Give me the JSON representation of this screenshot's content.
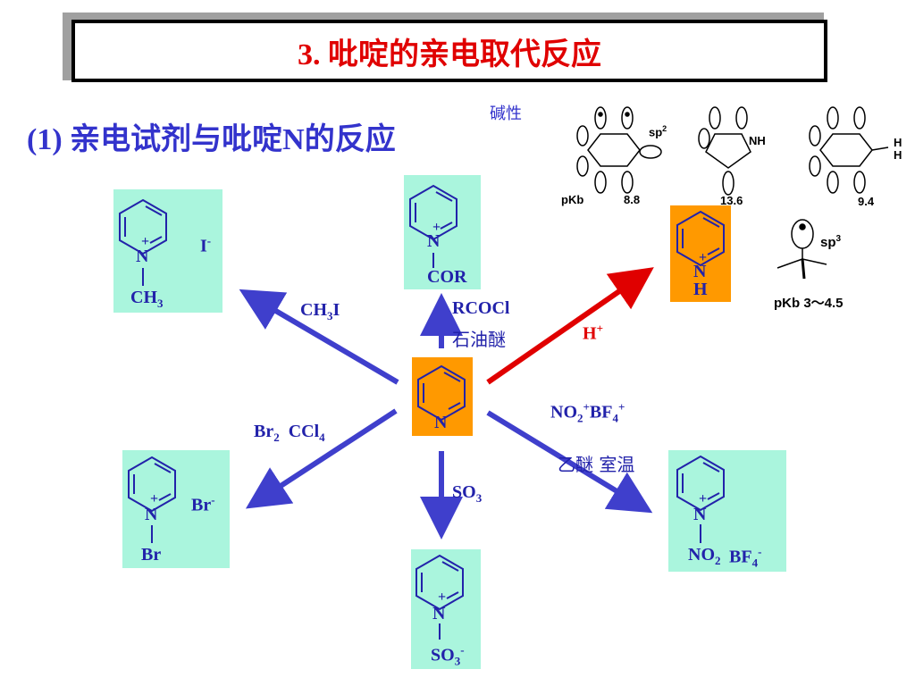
{
  "title": "3.  吡啶的亲电取代反应",
  "subtitle": "(1) 亲电试剂与吡啶N的反应",
  "basicity_label": "碱性",
  "center": {
    "n_label": "N"
  },
  "orbitals": {
    "pkb_label": "pKb",
    "values": [
      "8.8",
      "13.6",
      "9.4"
    ],
    "sp2": "sp",
    "sp2_sup": "2",
    "nh": "NH",
    "sp3": "sp",
    "sp3_sup": "3",
    "amine_pkb": "pKb 3～4.5",
    "h_labels": [
      "H",
      "H"
    ]
  },
  "products": {
    "methyl": {
      "n": "N",
      "plus": "+",
      "sub": "CH",
      "sub_idx": "3",
      "counter": "I",
      "counter_charge": "-"
    },
    "acyl": {
      "n": "N",
      "plus": "+",
      "sub": "COR"
    },
    "proton": {
      "n": "N",
      "plus": "+",
      "sub": "H"
    },
    "bromo": {
      "n": "N",
      "plus": "+",
      "sub": "Br",
      "counter": "Br",
      "counter_charge": "-"
    },
    "sulfo": {
      "n": "N",
      "plus": "+",
      "sub": "SO",
      "sub_idx": "3",
      "charge": "-"
    },
    "nitro": {
      "n": "N",
      "plus": "+",
      "sub": "NO",
      "sub_idx": "2",
      "counter": "BF",
      "counter_idx": "4",
      "counter_charge": "-"
    }
  },
  "reagents": {
    "ch3i": {
      "main": "CH",
      "idx": "3",
      "tail": "I"
    },
    "rcocl": "RCOCl",
    "solvent_pet": "石油醚",
    "h_plus": {
      "main": "H",
      "sup": "+"
    },
    "nitronium": {
      "a": "NO",
      "a_idx": "2",
      "a_sup": "+",
      "b": "BF",
      "b_idx": "4",
      "b_sup": "+"
    },
    "conditions_nitro": "乙醚 室温",
    "bromine": {
      "a": "Br",
      "a_idx": "2",
      "b": "CCl",
      "b_idx": "4"
    },
    "so3": {
      "main": "SO",
      "idx": "3"
    }
  },
  "colors": {
    "arrow_blue": "#3f3fcc",
    "arrow_red": "#e00000",
    "tile_green": "#aaf5dd",
    "tile_orange": "#ff9900",
    "title_red": "#e00000",
    "text_blue": "#2222aa"
  }
}
